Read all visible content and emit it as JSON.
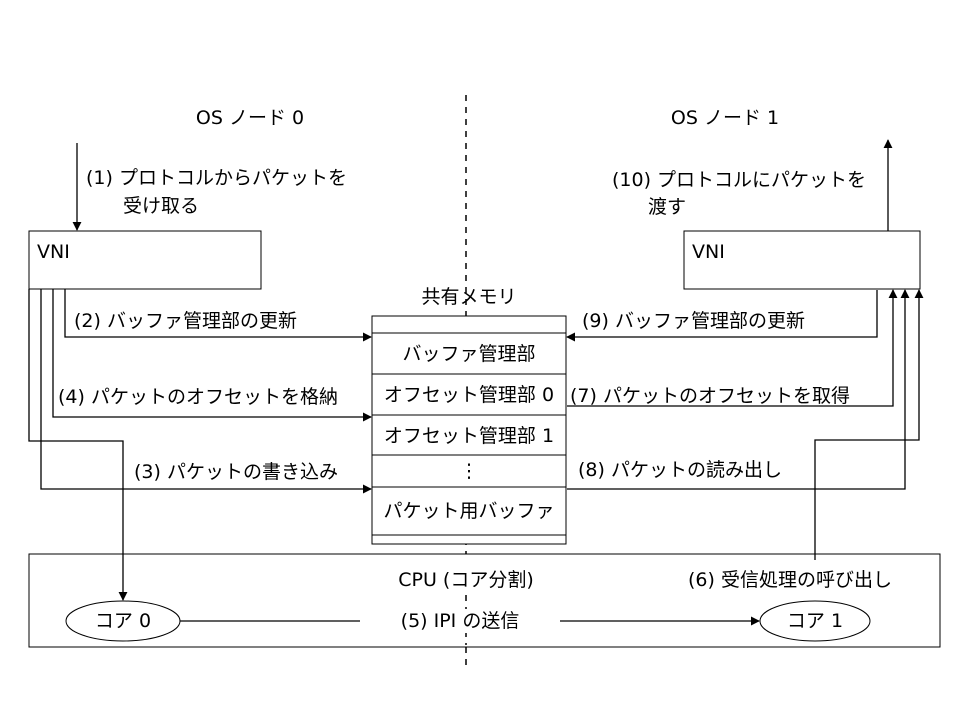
{
  "nodes": {
    "node0": "OS ノード 0",
    "node1": "OS ノード 1"
  },
  "vni": {
    "label": "VNI"
  },
  "shared_memory": {
    "title": "共有メモリ",
    "cells": [
      "バッファ管理部",
      "オフセット管理部 0",
      "オフセット管理部 1",
      "⋮",
      "パケット用バッファ"
    ]
  },
  "cpu": {
    "title": "CPU (コア分割)",
    "core0": "コア 0",
    "core1": "コア 1"
  },
  "steps": {
    "s1_line1": "(1)  プロトコルからパケットを",
    "s1_line2": "受け取る",
    "s2": "(2) バッファ管理部の更新",
    "s3": "(3) パケットの書き込み",
    "s4": "(4) パケットのオフセットを格納",
    "s5": "(5) IPI の送信",
    "s6": "(6) 受信処理の呼び出し",
    "s7": "(7) パケットのオフセットを取得",
    "s8": "(8) パケットの読み出し",
    "s9": "(9) バッファ管理部の更新",
    "s10_line1": "(10) プロトコルにパケットを",
    "s10_line2": "渡す"
  }
}
